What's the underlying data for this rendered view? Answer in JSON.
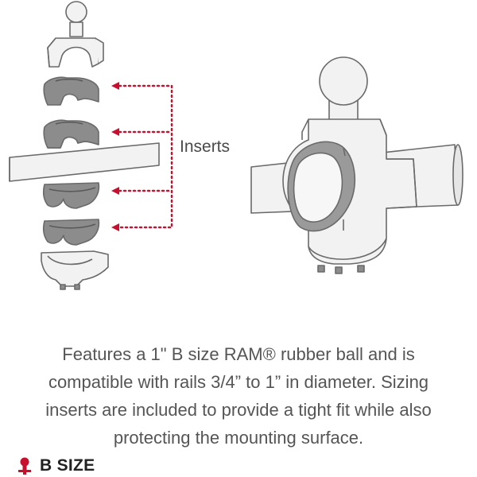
{
  "illustration": {
    "inserts_label": "Inserts"
  },
  "description": {
    "line1": "Features a 1\" B size RAM® rubber ball and is",
    "line2": "compatible with rails 3/4” to 1” in diameter. Sizing",
    "line3": "inserts are included to provide a tight fit while also",
    "line4": "protecting the mounting surface."
  },
  "size_badge": {
    "label": "B SIZE",
    "icon": "ball-mount-icon",
    "icon_color": "#c8102e"
  },
  "colors": {
    "insert_fill": "#8c8c8c",
    "part_fill": "#f2f2f2",
    "outline": "#6a6a6a",
    "arrow": "#c8102e"
  }
}
